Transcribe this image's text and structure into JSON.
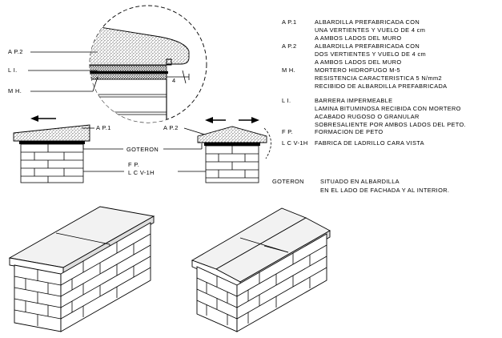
{
  "callouts": {
    "ap2": "A P.2",
    "li": "L I.",
    "mh": "M H.",
    "dim_4": "4",
    "ap1_left": "A P.1",
    "ap2_right": "A P.2",
    "goteron": "GOTERON",
    "fp": "F P.",
    "lcv": "L C V-1H"
  },
  "legend": [
    {
      "code": "A P.1",
      "lines": [
        "ALBARDILLA PREFABRICADA CON",
        "UNA VERTIENTES Y VUELO DE 4 cm",
        "A AMBOS LADOS DEL MURO"
      ]
    },
    {
      "code": "A P.2",
      "lines": [
        "ALBARDILLA PREFABRICADA CON",
        "DOS VERTIENTES Y VUELO DE 4 cm",
        "A AMBOS LADOS DEL MURO"
      ]
    },
    {
      "code": "M H.",
      "lines": [
        "MORTERO HIDROFUGO M-5",
        "RESISTENCIA CARACTERISTICA 5 N/mm2",
        "RECIBIDO DE ALBARDILLA PREFABRICADA"
      ]
    },
    {
      "code": "L I.",
      "lines": [
        "BARRERA IMPERMEABLE",
        "LAMINA BITUMINOSA RECIBIDA CON MORTERO",
        "ACABADO RUGOSO O GRANULAR",
        "SOBRESALIENTE POR AMBOS LADOS DEL PETO."
      ]
    },
    {
      "code": "F P.",
      "lines": [
        "FORMACION DE PETO"
      ]
    },
    {
      "code": "L C V-1H",
      "lines": [
        "FABRICA DE LADRILLO CARA VISTA"
      ]
    }
  ],
  "goteron_note": {
    "code": "GOTERON",
    "lines": [
      "SITUADO EN ALBARDILLA",
      "EN EL LADO DE FACHADA Y AL INTERIOR."
    ]
  },
  "colors": {
    "ink": "#000000",
    "paper": "#ffffff",
    "hatch": "#000000"
  }
}
